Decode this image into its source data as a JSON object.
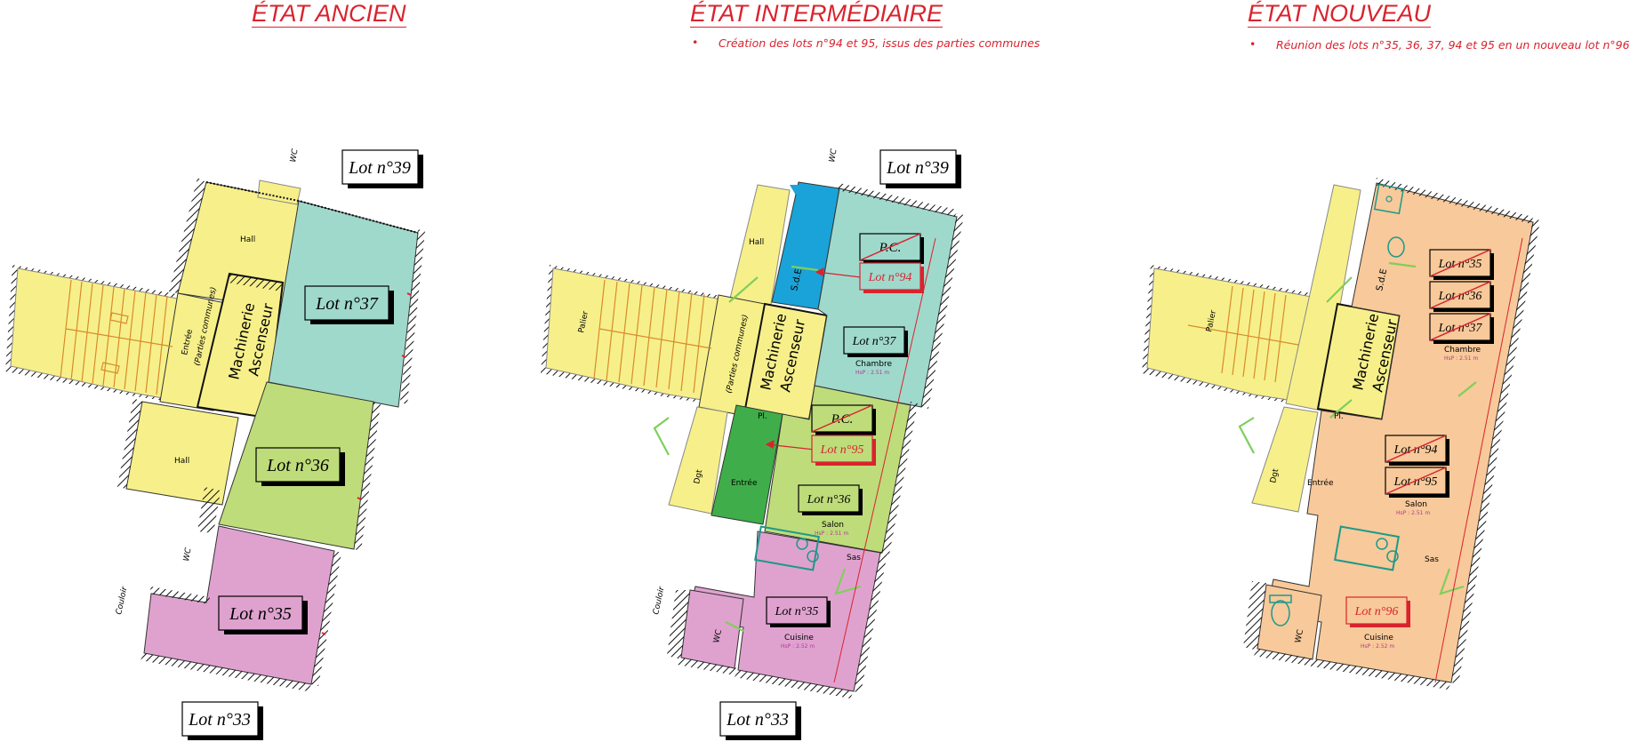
{
  "titles": {
    "ancien": "ÉTAT ANCIEN",
    "intermediaire": "ÉTAT INTERMÉDIAIRE",
    "nouveau": "ÉTAT NOUVEAU"
  },
  "notes": {
    "intermediaire": "Création des lots n°94 et 95, issus des parties communes",
    "nouveau": "Réunion des lots n°35, 36, 37, 94 et 95 en un nouveau lot n°96"
  },
  "colors": {
    "common": "#f7f08a",
    "lot37": "#9fd9cc",
    "lot36": "#bedc7a",
    "lot35": "#dfa2cf",
    "lot94": "#1aa3d8",
    "lot95": "#3fae4a",
    "lot96": "#f8c99a",
    "annotation": "#d9232e"
  },
  "plan1": {
    "lot39": "Lot n°39",
    "lot37": "Lot n°37",
    "lot36": "Lot n°36",
    "lot35": "Lot n°35",
    "lot33": "Lot n°33",
    "wc_top": "WC",
    "wc_bottom": "WC",
    "couloir": "Couloir",
    "hall_top": "Hall",
    "hall_bottom": "Hall",
    "entree": "Entrée",
    "parties": "(Parties communes)",
    "machinerie": "Machinerie",
    "ascenseur": "Ascenseur"
  },
  "plan2": {
    "lot39": "Lot n°39",
    "lot33": "Lot n°33",
    "pc_top": "P.C.",
    "lot94": "Lot n°94",
    "lot37": "Lot n°37",
    "chambre": "Chambre",
    "hsp_chambre": "HsP : 2.51 m",
    "pc_mid": "P.C.",
    "lot95": "Lot n°95",
    "lot36": "Lot n°36",
    "salon": "Salon",
    "hsp_salon": "HsP : 2.51 m",
    "lot35": "Lot n°35",
    "cuisine": "Cuisine",
    "hsp_cuisine": "HsP : 2.52 m",
    "hall": "Hall",
    "palier": "Palier",
    "parties": "(Parties communes)",
    "machinerie": "Machinerie",
    "ascenseur": "Ascenseur",
    "sde": "S.d.E",
    "pl": "Pl.",
    "entree": "Entrée",
    "dgt": "Dgt",
    "sas": "Sas",
    "wc_room": "WC",
    "wc_top": "WC",
    "couloir": "Couloir"
  },
  "plan3": {
    "lot35": "Lot n°35",
    "lot36": "Lot n°36",
    "lot37": "Lot n°37",
    "chambre": "Chambre",
    "hsp_chambre": "HsP : 2.51 m",
    "lot94": "Lot n°94",
    "lot95": "Lot n°95",
    "salon": "Salon",
    "hsp_salon": "HsP : 2.51 m",
    "lot96": "Lot n°96",
    "cuisine": "Cuisine",
    "hsp_cuisine": "HsP : 2.52 m",
    "palier": "Palier",
    "machinerie": "Machinerie",
    "ascenseur": "Ascenseur",
    "sde": "S.d.E",
    "pl": "Pl.",
    "entree": "Entrée",
    "dgt": "Dgt",
    "sas": "Sas",
    "wc_room": "WC"
  }
}
